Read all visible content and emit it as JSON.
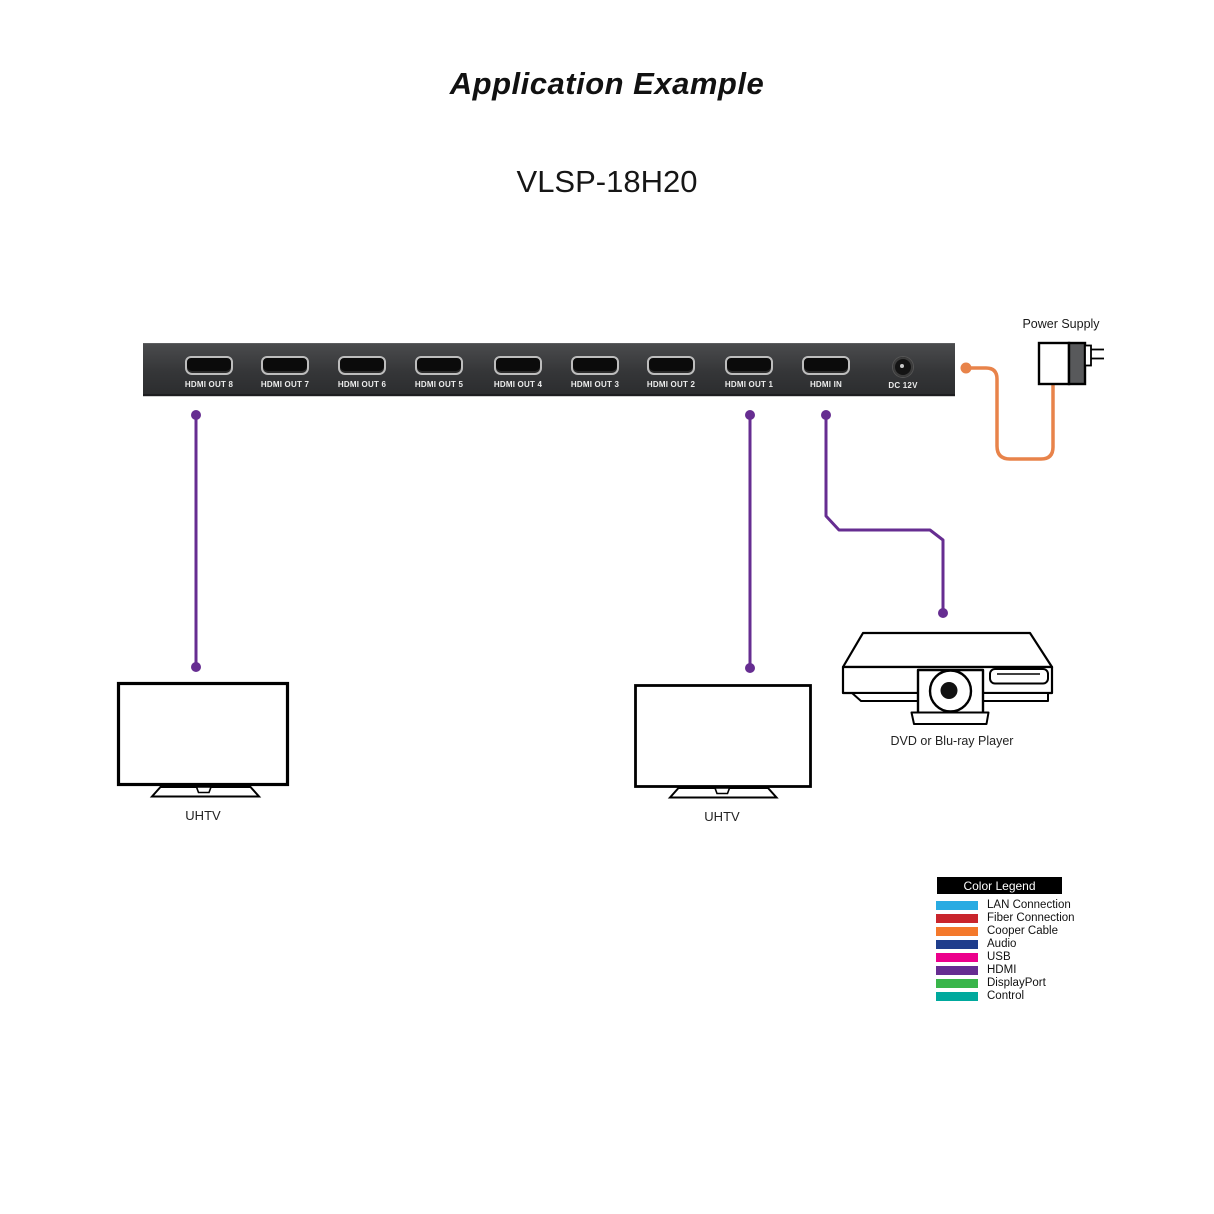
{
  "title": "Application Example",
  "model": "VLSP-18H20",
  "device": {
    "ports": [
      {
        "label": "HDMI OUT 8"
      },
      {
        "label": "HDMI OUT 7"
      },
      {
        "label": "HDMI OUT 6"
      },
      {
        "label": "HDMI OUT 5"
      },
      {
        "label": "HDMI OUT 4"
      },
      {
        "label": "HDMI OUT 3"
      },
      {
        "label": "HDMI OUT 2"
      },
      {
        "label": "HDMI OUT 1"
      },
      {
        "label": "HDMI IN"
      }
    ],
    "dc_port_label": "DC 12V"
  },
  "power_supply": {
    "label": "Power Supply"
  },
  "displays": [
    {
      "label": "UHTV"
    },
    {
      "label": "UHTV"
    }
  ],
  "source_device": {
    "label": "DVD or Blu-ray Player"
  },
  "legend": {
    "title": "Color Legend",
    "items": [
      {
        "label": "LAN Connection",
        "color": "#29ABE2"
      },
      {
        "label": "Fiber Connection",
        "color": "#C9252C"
      },
      {
        "label": "Cooper Cable",
        "color": "#F4792B"
      },
      {
        "label": "Audio",
        "color": "#1F3D8C"
      },
      {
        "label": "USB",
        "color": "#EC008C"
      },
      {
        "label": "HDMI",
        "color": "#662D91"
      },
      {
        "label": "DisplayPort",
        "color": "#39B54A"
      },
      {
        "label": "Control",
        "color": "#00A99D"
      }
    ]
  },
  "connections": {
    "hdmi_color": "#662D91",
    "power_color": "#E8834A"
  }
}
